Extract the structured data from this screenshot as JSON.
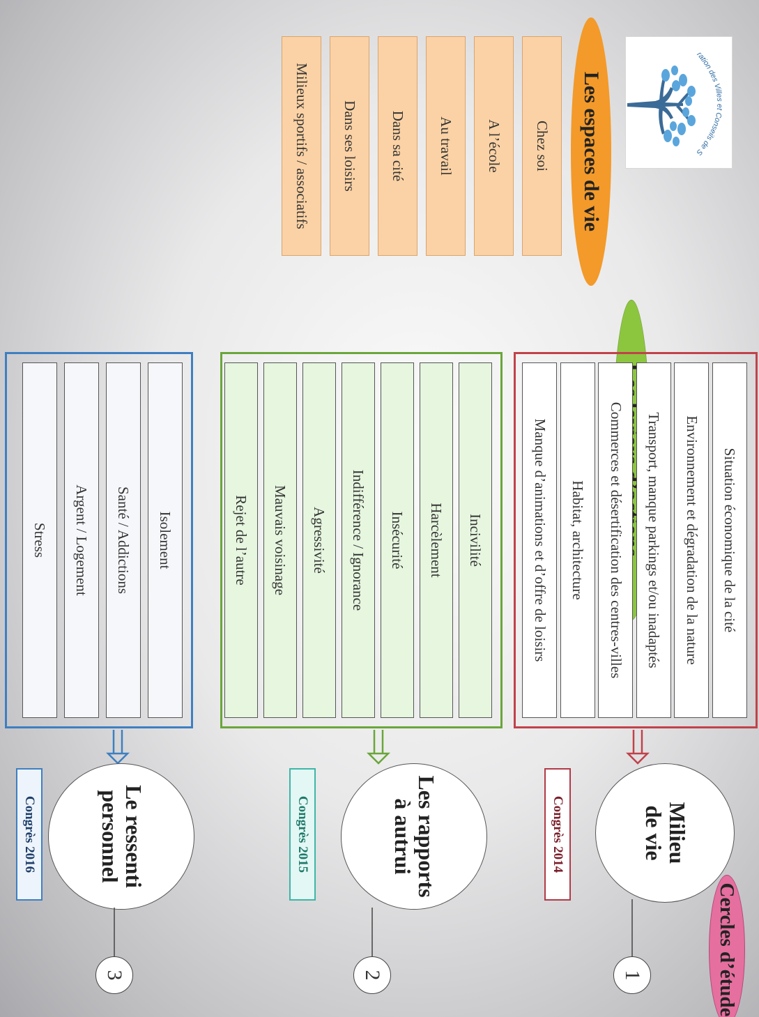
{
  "logo": {
    "text": "Fédération des Villes et Conseils de Sages",
    "tree_colors": {
      "trunk": "#3b6b97",
      "leaves": "#5aa6dc"
    }
  },
  "espaces": {
    "title": "Les espaces de vie",
    "items": [
      "Chez soi",
      "A l’école",
      "Au travail",
      "Dans sa cité",
      "Dans ses loisirs",
      "Milieux sportifs / associatifs"
    ]
  },
  "leviers": {
    "title": "Les leviers d’actions"
  },
  "cercles": {
    "title": "Cercles d’étude"
  },
  "groups": [
    {
      "items": [
        "Situation économique de la cité",
        "Environnement et dégradation de la nature",
        "Transport, manque parkings et/ou inadaptés",
        "Commerces et désertification des centres-villes",
        "Habitat, architecture",
        "Manque d’animations et d’offre de loisirs"
      ],
      "circle_line1": "Milieu",
      "circle_line2": "de vie",
      "congres": "Congrès 2014",
      "number": "1",
      "color": "#c1424a"
    },
    {
      "items": [
        "Incivilité",
        "Harcèlement",
        "Insécurité",
        "Indifférence / Ignorance",
        "Agressivité",
        "Mauvais voisinage",
        "Rejet de l’autre"
      ],
      "circle_line1": "Les rapports",
      "circle_line2": "à autrui",
      "congres": "Congrès 2015",
      "number": "2",
      "color": "#6aa63a"
    },
    {
      "items": [
        "Isolement",
        "Santé / Addictions",
        "Argent / Logement",
        "Stress"
      ],
      "circle_line1": "Le ressenti",
      "circle_line2": "personnel",
      "congres": "Congrès 2016",
      "number": "3",
      "color": "#3e7fc1"
    }
  ]
}
